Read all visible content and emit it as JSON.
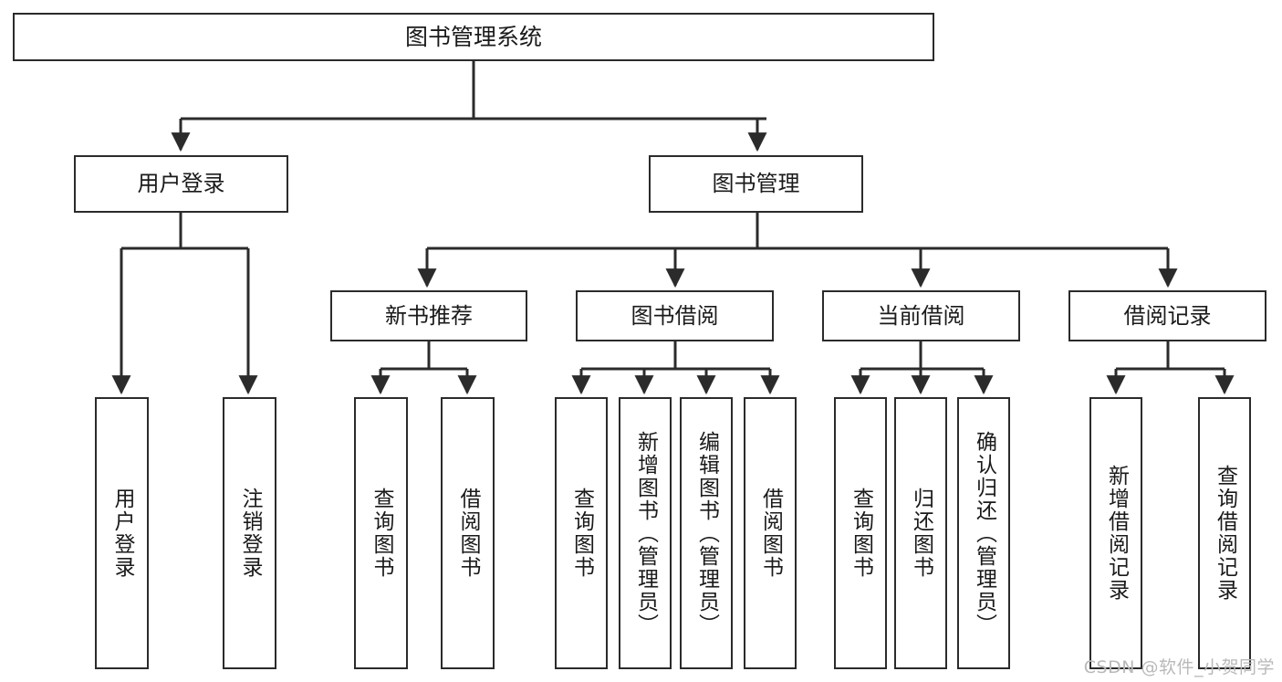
{
  "diagram": {
    "title": "图书管理系统",
    "watermark": "CSDN @软件_小贺同学",
    "style": {
      "border_color": "#2b2b2b",
      "fill_color": "#ffffff",
      "text_color": "#1a1a1a",
      "edge_color": "#2b2b2b",
      "watermark_color": "#b9b9b9"
    },
    "nodes": {
      "root": {
        "label": "图书管理系统"
      },
      "level2": [
        {
          "id": "user-login",
          "label": "用户登录"
        },
        {
          "id": "book-management",
          "label": "图书管理"
        }
      ],
      "level3": [
        {
          "id": "new-book-recommend",
          "label": "新书推荐"
        },
        {
          "id": "book-borrow",
          "label": "图书借阅"
        },
        {
          "id": "current-borrow",
          "label": "当前借阅"
        },
        {
          "id": "borrow-record",
          "label": "借阅记录"
        }
      ],
      "leaves": {
        "user_login": [
          {
            "id": "leaf-user-login",
            "label": "用户登录"
          },
          {
            "id": "leaf-logout-login",
            "label": "注销登录"
          }
        ],
        "new_book_recommend": [
          {
            "id": "leaf-query-book-1",
            "label": "查询图书"
          },
          {
            "id": "leaf-borrow-book-1",
            "label": "借阅图书"
          }
        ],
        "book_borrow": [
          {
            "id": "leaf-query-book-2",
            "label": "查询图书"
          },
          {
            "id": "leaf-add-book",
            "label": "新增图书（管理员）"
          },
          {
            "id": "leaf-edit-book",
            "label": "编辑图书（管理员）"
          },
          {
            "id": "leaf-borrow-book-2",
            "label": "借阅图书"
          }
        ],
        "current_borrow": [
          {
            "id": "leaf-query-book-3",
            "label": "查询图书"
          },
          {
            "id": "leaf-return-book",
            "label": "归还图书"
          },
          {
            "id": "leaf-confirm-return",
            "label": "确认归还（管理员）"
          }
        ],
        "borrow_record": [
          {
            "id": "leaf-add-record",
            "label": "新增借阅记录"
          },
          {
            "id": "leaf-query-record",
            "label": "查询借阅记录"
          }
        ]
      }
    }
  }
}
